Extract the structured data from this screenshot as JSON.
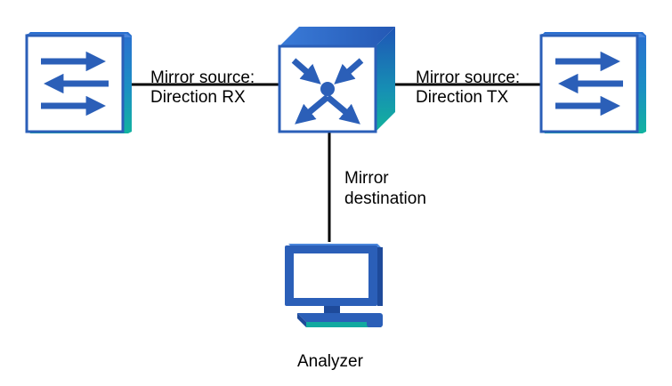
{
  "labels": {
    "link_left_line1": "Mirror source:",
    "link_left_line2": "Direction RX",
    "link_right_line1": "Mirror source:",
    "link_right_line2": "Direction TX",
    "link_bottom_line1": "Mirror",
    "link_bottom_line2": "destination",
    "analyzer": "Analyzer"
  },
  "nodes": {
    "left_switch": "switch-icon",
    "center_router": "router-icon",
    "right_switch": "switch-icon",
    "analyzer_pc": "pc-icon"
  },
  "colors": {
    "device_blue": "#2b5fb8",
    "device_edge": "#1e4a9a",
    "device_face": "#ffffff",
    "teal_side": "#12a9a0",
    "link": "#000000"
  }
}
